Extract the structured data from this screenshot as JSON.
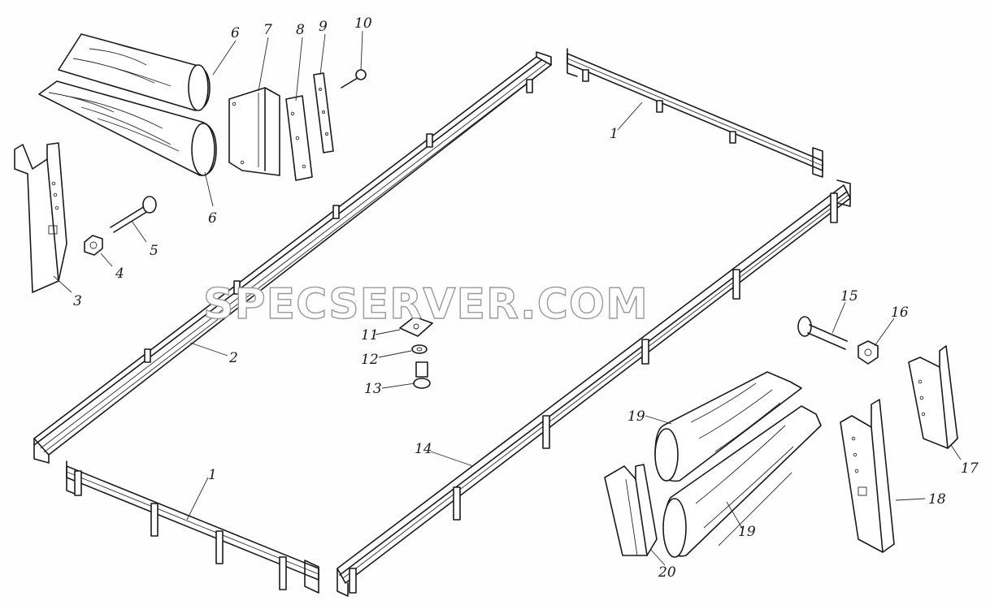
{
  "watermark": "SPECSERVER.COM",
  "callouts": {
    "c1a": "1",
    "c1b": "1",
    "c2": "2",
    "c3": "3",
    "c4": "4",
    "c5": "5",
    "c6a": "6",
    "c6b": "6",
    "c7": "7",
    "c8": "8",
    "c9": "9",
    "c10": "10",
    "c11": "11",
    "c12": "12",
    "c13": "13",
    "c14": "14",
    "c15": "15",
    "c16": "16",
    "c17": "17",
    "c18": "18",
    "c19a": "19",
    "c19b": "19",
    "c20": "20"
  },
  "colors": {
    "ink": "#1a1a1a",
    "watermark_stroke": "#9a9a9a",
    "background": "#fefefe"
  }
}
